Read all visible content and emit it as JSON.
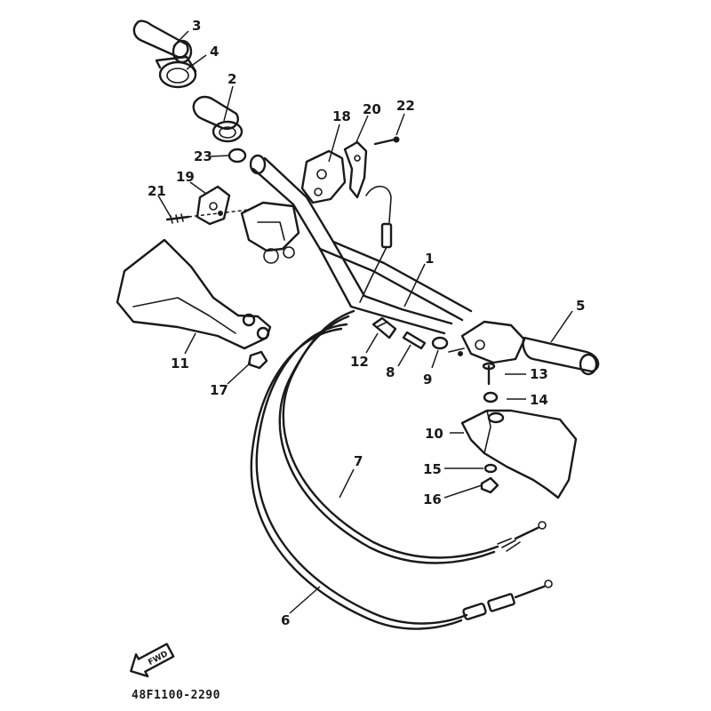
{
  "diagram": {
    "part_number": "48F1100-2290",
    "direction_badge": "FWD",
    "callouts": {
      "c1": "1",
      "c2": "2",
      "c3": "3",
      "c4": "4",
      "c5": "5",
      "c6": "6",
      "c7": "7",
      "c8": "8",
      "c9": "9",
      "c10": "10",
      "c11": "11",
      "c12": "12",
      "c13": "13",
      "c14": "14",
      "c15": "15",
      "c16": "16",
      "c17": "17",
      "c18": "18",
      "c19": "19",
      "c20": "20",
      "c21": "21",
      "c22": "22",
      "c23": "23"
    }
  }
}
